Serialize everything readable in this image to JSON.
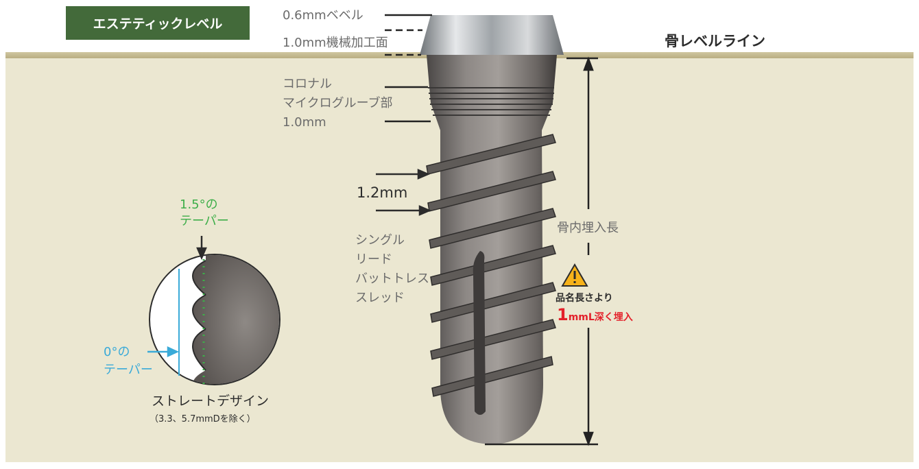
{
  "badge": {
    "label": "エステティックレベル"
  },
  "bone_level_line": {
    "label": "骨レベルライン"
  },
  "top_labels": {
    "bevel": "0.6mmベベル",
    "machined": "1.0mm機械加工面"
  },
  "micro_groove": {
    "line1": "コロナル",
    "line2": "マイクログルーブ部",
    "line3": "1.0mm"
  },
  "pitch": {
    "label": "1.2mm"
  },
  "thread": {
    "line1": "シングル",
    "line2": "リード",
    "line3": "バットトレス",
    "line4": "スレッド"
  },
  "embed_length": {
    "label": "骨内埋入長"
  },
  "warning": {
    "line1": "品名長さより",
    "number": "1",
    "unit": "mmL深く埋入"
  },
  "taper_green": {
    "line1": "1.5°の",
    "line2": "テーパー"
  },
  "taper_cyan": {
    "line1": "0°の",
    "line2": "テーパー"
  },
  "straight": {
    "title": "ストレートデザイン",
    "note": "（3.3、5.7mmDを除く）"
  },
  "colors": {
    "badge": "#436a3a",
    "bone": "#ebe7d1",
    "green": "#3dae49",
    "cyan": "#3aaad8",
    "red": "#e3202a",
    "warning": "#f6b21a"
  }
}
